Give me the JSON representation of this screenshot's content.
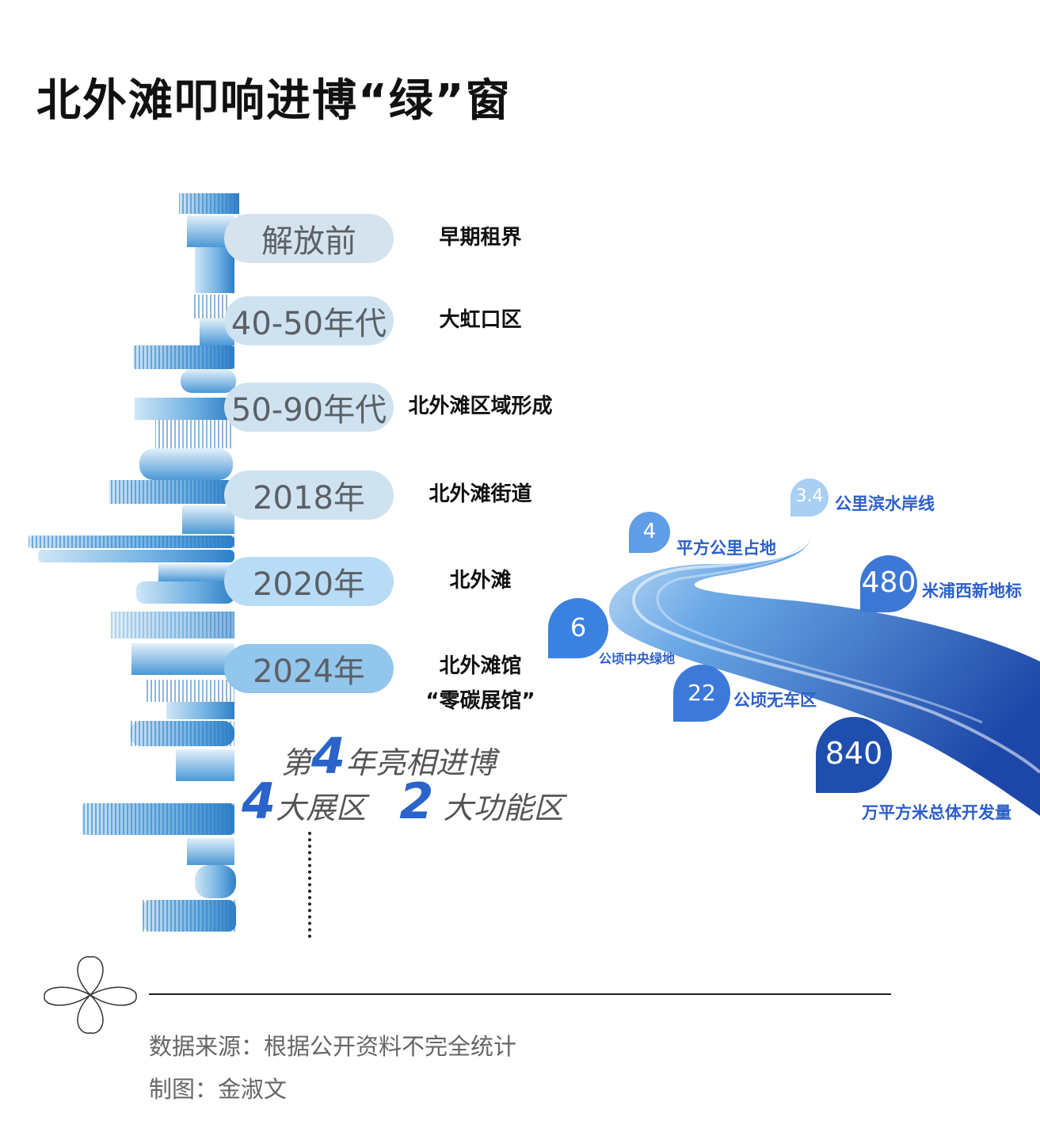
{
  "title": "北外滩叩响进博“绿”窗",
  "timeline": [
    {
      "era": "解放前",
      "desc": "早期租界",
      "fill": "#d5e3ee"
    },
    {
      "era": "40-50年代",
      "desc": "大虹口区",
      "fill": "#cfe2f0"
    },
    {
      "era": "50-90年代",
      "desc": "北外滩区域形成",
      "fill": "#cfe2f0"
    },
    {
      "era": "2018年",
      "desc": "北外滩街道",
      "fill": "#cfe2f0"
    },
    {
      "era": "2020年",
      "desc": "北外滩",
      "fill": "#b9dcf6"
    },
    {
      "era": "2024年",
      "desc": "北外滩馆",
      "desc2": "“零碳展馆”",
      "fill": "#92c6ec"
    }
  ],
  "expo": {
    "prefix": "第",
    "num": "4",
    "suffix": "年亮相进博",
    "zones_num": "4",
    "zones_label": "大展区",
    "func_num": "2",
    "func_label": "大功能区"
  },
  "stats": [
    {
      "value": "3.4",
      "label": "公里滨水岸线"
    },
    {
      "value": "4",
      "label": "平方公里占地"
    },
    {
      "value": "480",
      "label": "米浦西新地标"
    },
    {
      "value": "6",
      "label": "公顷中央绿地"
    },
    {
      "value": "22",
      "label": "公顷无车区"
    },
    {
      "value": "840",
      "label": "万平方米总体开发量"
    }
  ],
  "footer": {
    "source": "数据来源：根据公开资料不完全统计",
    "author": "制图：金淑文"
  },
  "colors": {
    "accent": "#2a63c9",
    "skyline_light": "#bcdcf3",
    "skyline_dark": "#3a86c9",
    "river_dark": "#1f4fb0",
    "river_light": "#7fb6ec"
  }
}
